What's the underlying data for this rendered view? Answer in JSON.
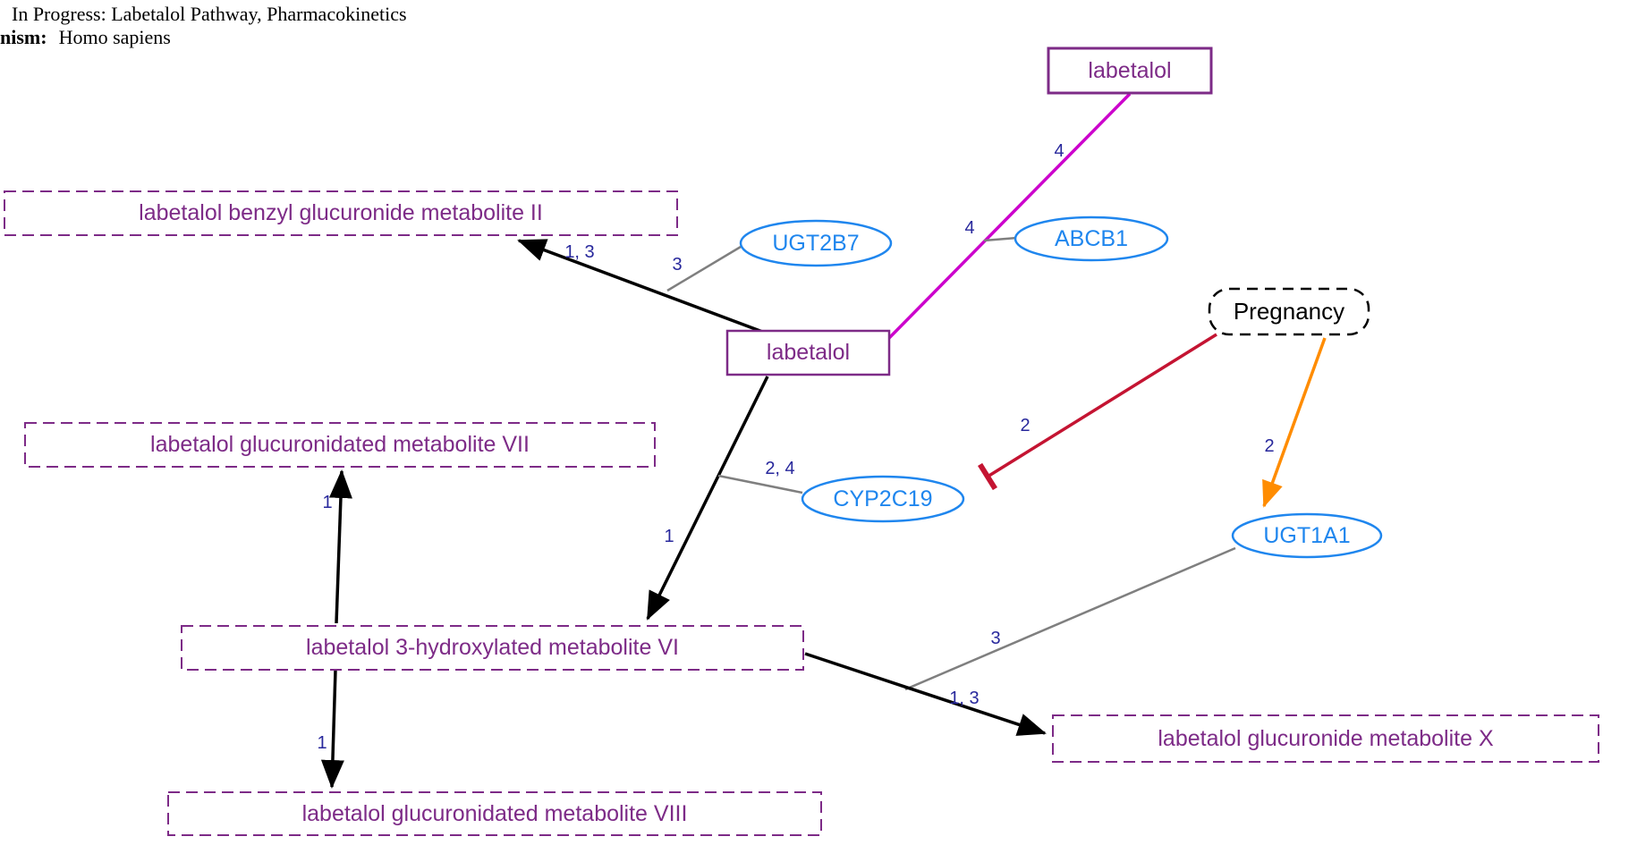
{
  "header": {
    "title": "In Progress: Labetalol Pathway, Pharmacokinetics",
    "organism_label_fragment": "nism:",
    "organism_value": "Homo sapiens"
  },
  "palette": {
    "metabolite_purple": "#7d2b87",
    "gene_blue": "#1f86ee",
    "edge_label_navy": "#28289c",
    "transport_magenta": "#cc00cc",
    "inhibition_red": "#c41432",
    "stimulation_orange": "#ff8c00",
    "connector_gray": "#7f7f7f",
    "reaction_black": "#000000"
  },
  "nodes": {
    "labetalol_top": {
      "label": "labetalol",
      "kind": "drug",
      "shape": "solid-purple-box"
    },
    "labetalol": {
      "label": "labetalol",
      "kind": "drug",
      "shape": "solid-purple-box"
    },
    "benzyl_glucuronide_II": {
      "label": "labetalol benzyl glucuronide metabolite II",
      "kind": "metabolite",
      "shape": "dashed-purple-box"
    },
    "glucuronidated_VII": {
      "label": "labetalol glucuronidated metabolite VII",
      "kind": "metabolite",
      "shape": "dashed-purple-box"
    },
    "hydroxylated_VI": {
      "label": "labetalol 3-hydroxylated metabolite VI",
      "kind": "metabolite",
      "shape": "dashed-purple-box"
    },
    "glucuronide_X": {
      "label": "labetalol glucuronide metabolite X",
      "kind": "metabolite",
      "shape": "dashed-purple-box"
    },
    "glucuronidated_VIII": {
      "label": "labetalol glucuronidated metabolite VIII",
      "kind": "metabolite",
      "shape": "dashed-purple-box"
    },
    "ugt2b7": {
      "label": "UGT2B7",
      "kind": "gene",
      "shape": "blue-ellipse"
    },
    "abcb1": {
      "label": "ABCB1",
      "kind": "gene",
      "shape": "blue-ellipse"
    },
    "cyp2c19": {
      "label": "CYP2C19",
      "kind": "gene",
      "shape": "blue-ellipse"
    },
    "ugt1a1": {
      "label": "UGT1A1",
      "kind": "gene",
      "shape": "blue-ellipse"
    },
    "pregnancy": {
      "label": "Pregnancy",
      "kind": "condition",
      "shape": "dashed-rounded-box"
    }
  },
  "edges": [
    {
      "id": "transport-labetalol",
      "from": "labetalol_top",
      "to": "labetalol",
      "type": "transport",
      "color": "#cc00cc",
      "label": "4"
    },
    {
      "id": "abcb1-connector",
      "from": "abcb1",
      "to": "transport-labetalol",
      "type": "gene-connector",
      "color": "#7f7f7f",
      "label": "4"
    },
    {
      "id": "labetalol-to-benzyl-II",
      "from": "labetalol",
      "to": "benzyl_glucuronide_II",
      "type": "reaction-arrow",
      "color": "#000000",
      "label": "1, 3"
    },
    {
      "id": "ugt2b7-connector",
      "from": "ugt2b7",
      "to": "labetalol-to-benzyl-II",
      "type": "gene-connector",
      "color": "#7f7f7f",
      "label": "3"
    },
    {
      "id": "labetalol-to-VI",
      "from": "labetalol",
      "to": "hydroxylated_VI",
      "type": "reaction-arrow",
      "color": "#000000",
      "label": "1"
    },
    {
      "id": "cyp2c19-connector",
      "from": "cyp2c19",
      "to": "labetalol-to-VI",
      "type": "gene-connector",
      "color": "#7f7f7f",
      "label": "2, 4"
    },
    {
      "id": "pregnancy-inhibits-cyp2c19",
      "from": "pregnancy",
      "to": "cyp2c19",
      "type": "inhibition",
      "color": "#c41432",
      "label": "2"
    },
    {
      "id": "pregnancy-stimulates-ugt1a1",
      "from": "pregnancy",
      "to": "ugt1a1",
      "type": "stimulation-arrow",
      "color": "#ff8c00",
      "label": "2"
    },
    {
      "id": "ugt1a1-connector",
      "from": "ugt1a1",
      "to": "VI-to-X",
      "type": "gene-connector",
      "color": "#7f7f7f",
      "label": "3"
    },
    {
      "id": "VI-to-X",
      "from": "hydroxylated_VI",
      "to": "glucuronide_X",
      "type": "reaction-arrow",
      "color": "#000000",
      "label": "1, 3"
    },
    {
      "id": "VI-to-VII",
      "from": "hydroxylated_VI",
      "to": "glucuronidated_VII",
      "type": "reaction-arrow",
      "color": "#000000",
      "label": "1"
    },
    {
      "id": "VI-to-VIII",
      "from": "hydroxylated_VI",
      "to": "glucuronidated_VIII",
      "type": "reaction-arrow",
      "color": "#000000",
      "label": "1"
    }
  ]
}
